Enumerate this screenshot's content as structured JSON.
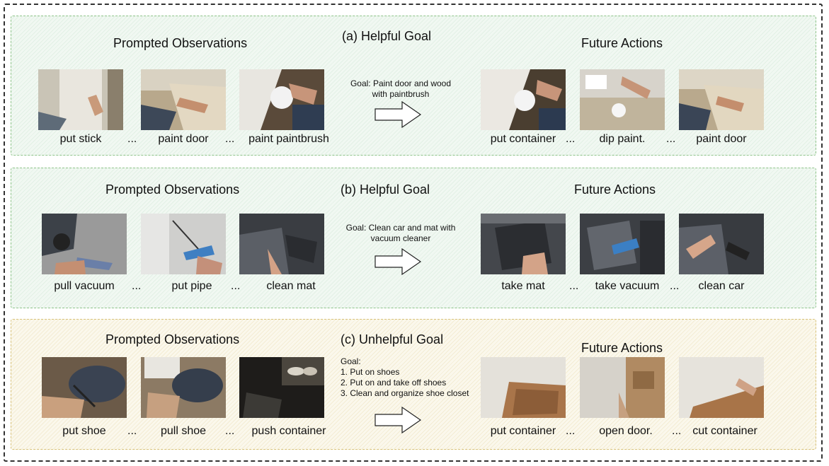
{
  "panels": [
    {
      "obs_heading": "Prompted Observations",
      "goal_title": "(a) Helpful Goal",
      "goal_lines": [
        "Goal: Paint door and wood",
        "with paintbrush"
      ],
      "future_heading": "Future Actions",
      "obs_captions": [
        "put stick",
        "paint door",
        "paint paintbrush"
      ],
      "future_captions": [
        "put container",
        "dip paint.",
        "paint door"
      ],
      "ellipsis": "..."
    },
    {
      "obs_heading": "Prompted Observations",
      "goal_title": "(b) Helpful Goal",
      "goal_lines": [
        "Goal: Clean car and mat with",
        "vacuum cleaner"
      ],
      "future_heading": "Future Actions",
      "obs_captions": [
        "pull vacuum",
        "put pipe",
        "clean mat"
      ],
      "future_captions": [
        "take mat",
        "take vacuum",
        "clean car"
      ],
      "ellipsis": "..."
    },
    {
      "obs_heading": "Prompted Observations",
      "goal_title": "(c) Unhelpful Goal",
      "goal_lines": [
        "Goal:",
        "1. Put on shoes",
        "2. Put on and take off shoes",
        "3. Clean and organize shoe closet"
      ],
      "future_heading": "Future Actions",
      "obs_captions": [
        "put shoe",
        "pull shoe",
        "push container"
      ],
      "future_captions": [
        "put container",
        "open door.",
        "cut container"
      ],
      "ellipsis": "..."
    }
  ],
  "colors": {
    "helpful_panel": "#e6f2e8",
    "unhelpful_panel": "#f7f1dc",
    "panel_border_green": "#8fc48a",
    "panel_border_yellow": "#d8c27a"
  }
}
